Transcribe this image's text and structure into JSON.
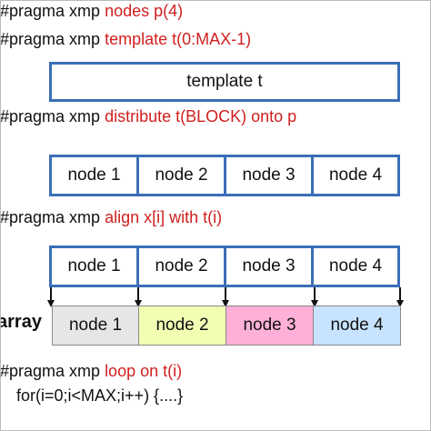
{
  "code": {
    "line1": {
      "prefix": "#pragma xmp ",
      "red": "nodes p(4)"
    },
    "line2": {
      "prefix": "#pragma xmp ",
      "red": "template t(0:MAX-1)"
    },
    "line3": {
      "prefix": "#pragma xmp ",
      "red": "distribute t(BLOCK) onto p"
    },
    "line4": {
      "prefix": "#pragma xmp ",
      "red": "align x[i] with t(i)"
    },
    "line5": {
      "prefix": "#pragma xmp ",
      "red": "loop on t(i)"
    },
    "line6": "for(i=0;i<MAX;i++) {....}"
  },
  "template_box": "template  t",
  "distribute_nodes": [
    "node 1",
    "node 2",
    "node 3",
    "node 4"
  ],
  "align_nodes": [
    "node 1",
    "node 2",
    "node 3",
    "node 4"
  ],
  "array": {
    "label": "array",
    "cells": [
      "node 1",
      "node 2",
      "node 3",
      "node 4"
    ],
    "colors": [
      "#e6e6e6",
      "#f2ffb3",
      "#ffb0d8",
      "#c7e3ff"
    ]
  },
  "colors": {
    "box_border": "#3a6fb7",
    "red_text": "#d02020"
  }
}
